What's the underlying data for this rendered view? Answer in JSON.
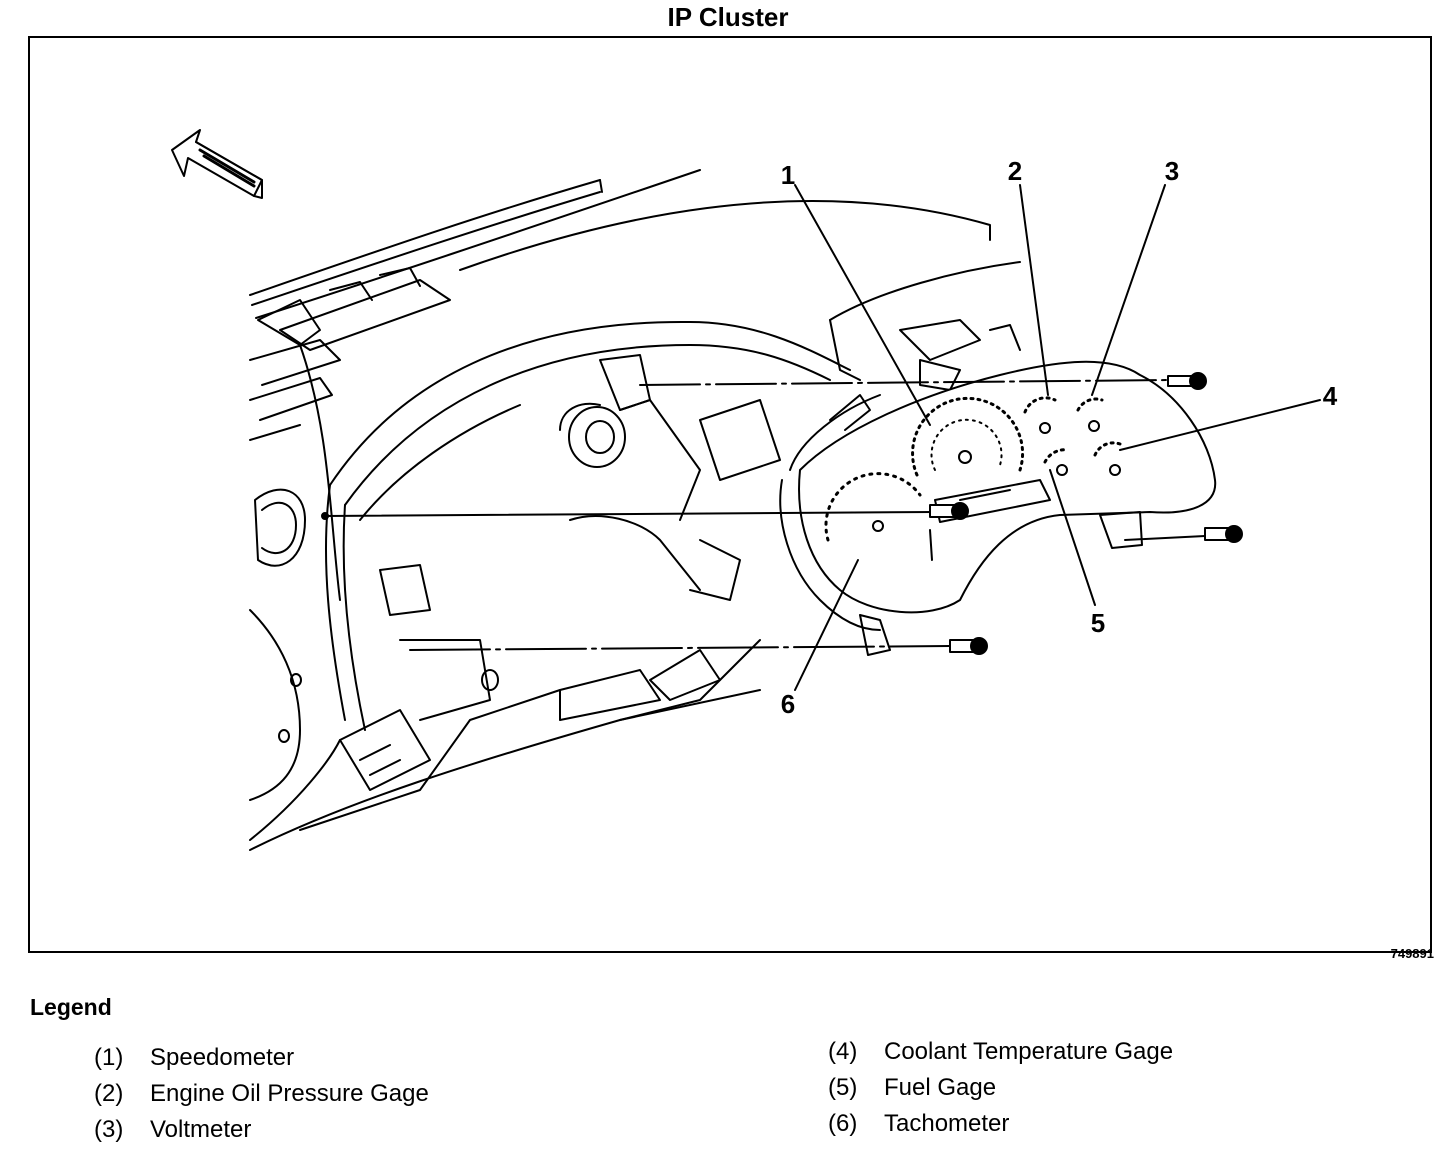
{
  "title": "IP Cluster",
  "figure_id": "749891",
  "callouts": [
    "1",
    "2",
    "3",
    "4",
    "5",
    "6"
  ],
  "legend": {
    "title": "Legend",
    "left": [
      {
        "num": "(1)",
        "label": "Speedometer"
      },
      {
        "num": "(2)",
        "label": "Engine Oil Pressure Gage"
      },
      {
        "num": "(3)",
        "label": "Voltmeter"
      }
    ],
    "right": [
      {
        "num": "(4)",
        "label": "Coolant Temperature Gage"
      },
      {
        "num": "(5)",
        "label": "Fuel Gage"
      },
      {
        "num": "(6)",
        "label": "Tachometer"
      }
    ]
  }
}
